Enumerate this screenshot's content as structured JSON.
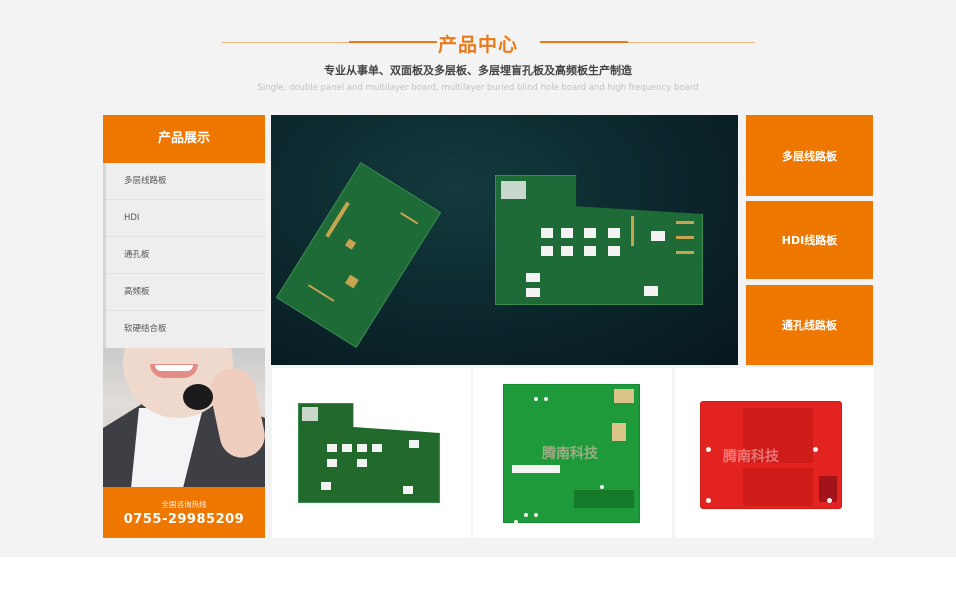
{
  "header": {
    "title": "产品中心",
    "subtitle": "专业从事单、双面板及多层板、多层埋盲孔板及高频板生产制造",
    "subtitle_en": "Single, double panel and multilayer board, multilayer buried blind hole board and high frequency board"
  },
  "sidebar": {
    "heading": "产品展示",
    "items": [
      {
        "label": "多层线路板"
      },
      {
        "label": "HDI"
      },
      {
        "label": "通孔板"
      },
      {
        "label": "高频板"
      },
      {
        "label": "软硬结合板"
      }
    ],
    "hotline_label": "全国咨询热线",
    "hotline_number": "0755-29985209"
  },
  "tiles": [
    {
      "label": "多层线路板"
    },
    {
      "label": "HDI线路板"
    },
    {
      "label": "通孔线路板"
    }
  ],
  "products": [
    {
      "watermark": ""
    },
    {
      "watermark": "腾南科技"
    },
    {
      "watermark": "腾南科技"
    }
  ],
  "colors": {
    "accent": "#ee7700",
    "title": "#ea7a1c",
    "background": "#f3f3f3"
  }
}
